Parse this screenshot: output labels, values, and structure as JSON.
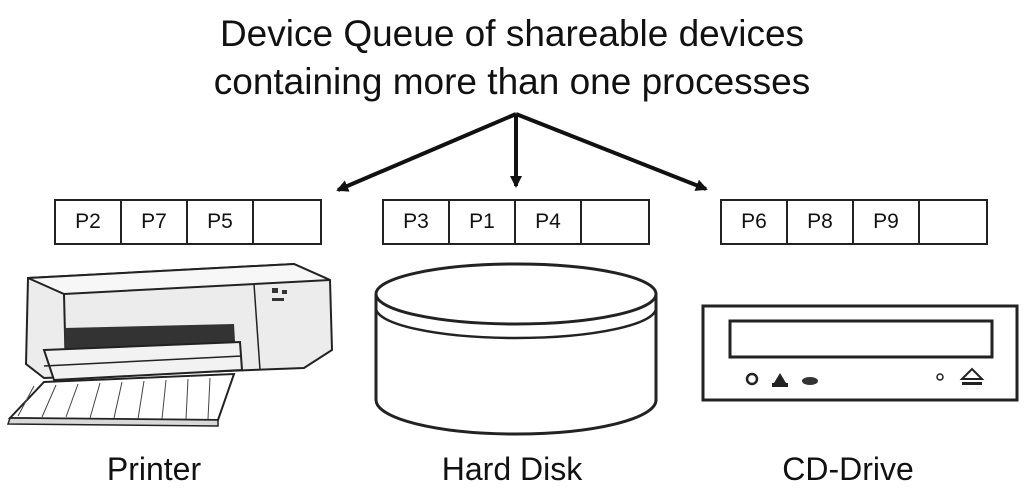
{
  "title_line1": "Device Queue of shareable devices",
  "title_line2": "containing more than one processes",
  "devices": [
    {
      "label": "Printer",
      "queue": [
        "P2",
        "P7",
        "P5",
        ""
      ]
    },
    {
      "label": "Hard Disk",
      "queue": [
        "P3",
        "P1",
        "P4",
        ""
      ]
    },
    {
      "label": "CD-Drive",
      "queue": [
        "P6",
        "P8",
        "P9",
        ""
      ]
    }
  ],
  "icons": [
    "printer-icon",
    "hard-disk-icon",
    "cd-drive-icon"
  ]
}
